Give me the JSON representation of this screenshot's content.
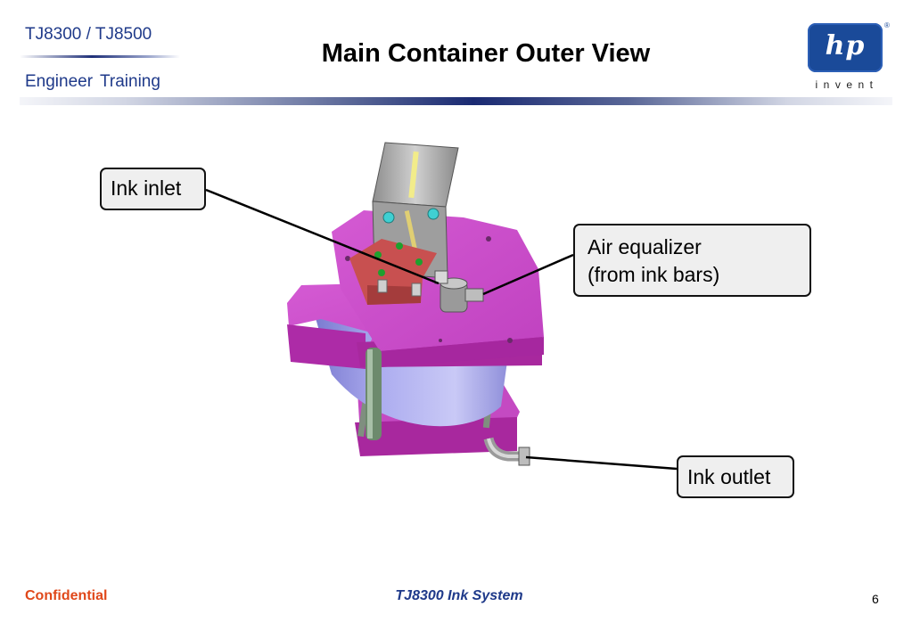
{
  "header": {
    "product": "TJ8300 / TJ8500",
    "subtitle": "Engineer  Training"
  },
  "slide": {
    "title": "Main Container Outer View"
  },
  "logo": {
    "mark": "hp",
    "tagline": "invent",
    "registered": "®",
    "brand_color": "#1a4a99"
  },
  "callouts": {
    "ink_inlet": "Ink inlet",
    "air_equalizer_line1": "Air equalizer",
    "air_equalizer_line2": "(from ink bars)",
    "ink_outlet": "Ink outlet"
  },
  "footer": {
    "confidential": "Confidential",
    "course": "TJ8300 Ink System",
    "page_number": "6"
  },
  "colors": {
    "header_text": "#1f3a8a",
    "confidential_text": "#e0481a",
    "plate_magenta": "#c542c4",
    "cylinder_lavender": "#9c9ce6"
  }
}
